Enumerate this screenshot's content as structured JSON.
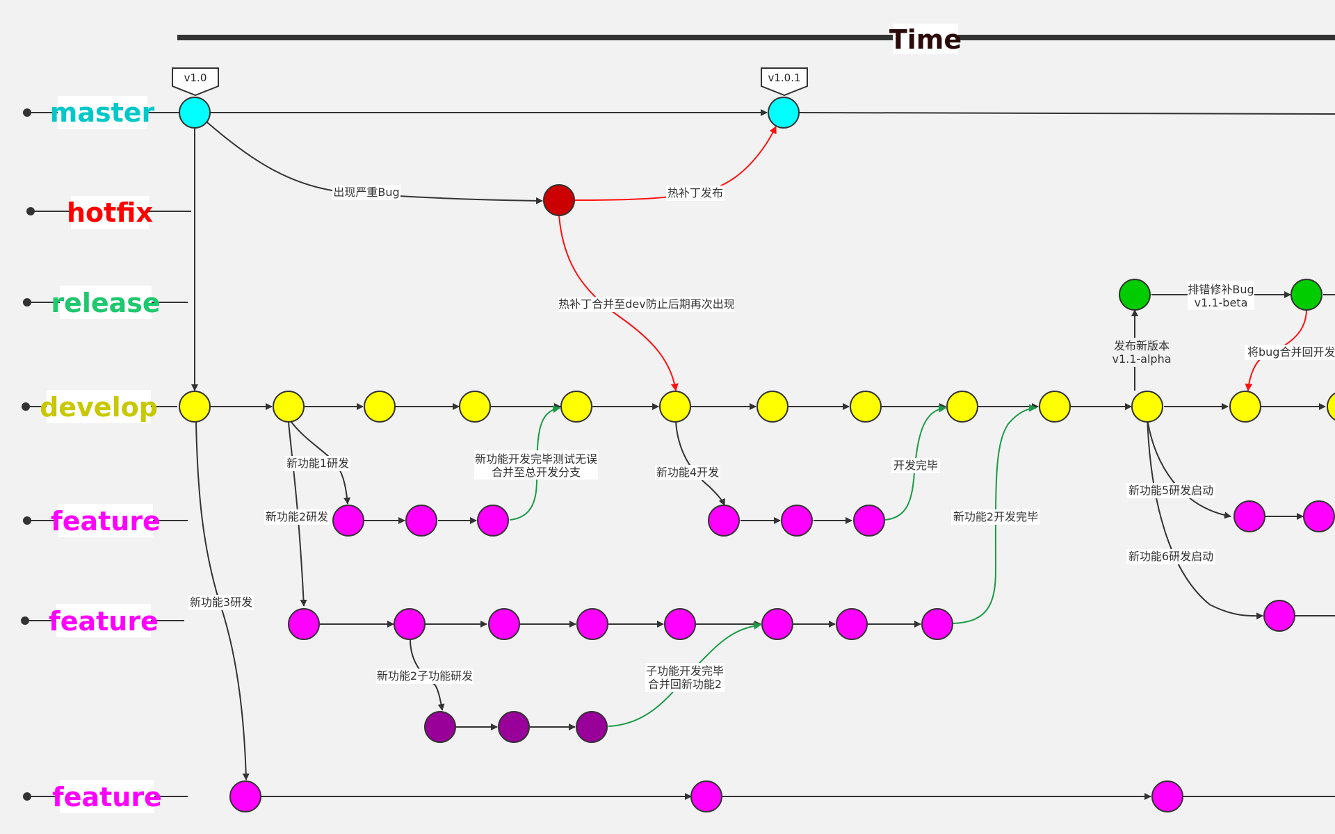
{
  "title": "Time",
  "colors": {
    "master": "#00ffff",
    "hotfix": "#cc0000",
    "release": "#00cc00",
    "develop": "#ffff00",
    "feature": "#ff00ff",
    "subfeature": "#990099",
    "master_label": "#00c8c8",
    "hotfix_label": "#ff0000",
    "release_label": "#1ec86e",
    "develop_label": "#c8c800",
    "feature_label": "#ff00ff",
    "arrow_default": "#333333",
    "arrow_red": "#ff1111",
    "arrow_green": "#1b9a48"
  },
  "branches": {
    "master": "master",
    "hotfix": "hotfix",
    "release": "release",
    "develop": "develop",
    "feature1": "feature",
    "feature2": "feature",
    "feature3": "feature"
  },
  "tags": {
    "v1_0": "v1.0",
    "v1_0_1": "v1.0.1"
  },
  "edge_labels": {
    "serious_bug": "出现严重Bug",
    "hotfix_release": "热补丁发布",
    "hotfix_merge_dev": "热补丁合并至dev防止后期再次出现",
    "fix_bug_line1": "排错修补Bug",
    "fix_bug_line2": "v1.1-beta",
    "new_release_line1": "发布新版本",
    "new_release_line2": "v1.1-alpha",
    "merge_bug_back": "将bug合并回开发",
    "feature1_dev": "新功能1研发",
    "feature2_dev": "新功能2研发",
    "feature_done_line1": "新功能开发完毕测试无误",
    "feature_done_line2": "合并至总开发分支",
    "feature4_dev": "新功能4开发",
    "dev_done": "开发完毕",
    "feature2_done": "新功能2开发完毕",
    "feature5_start": "新功能5研发启动",
    "feature6_start": "新功能6研发启动",
    "feature3_dev": "新功能3研发",
    "sub_feature_dev": "新功能2子功能研发",
    "sub_done_line1": "子功能开发完毕",
    "sub_done_line2": "合并回新功能2"
  }
}
